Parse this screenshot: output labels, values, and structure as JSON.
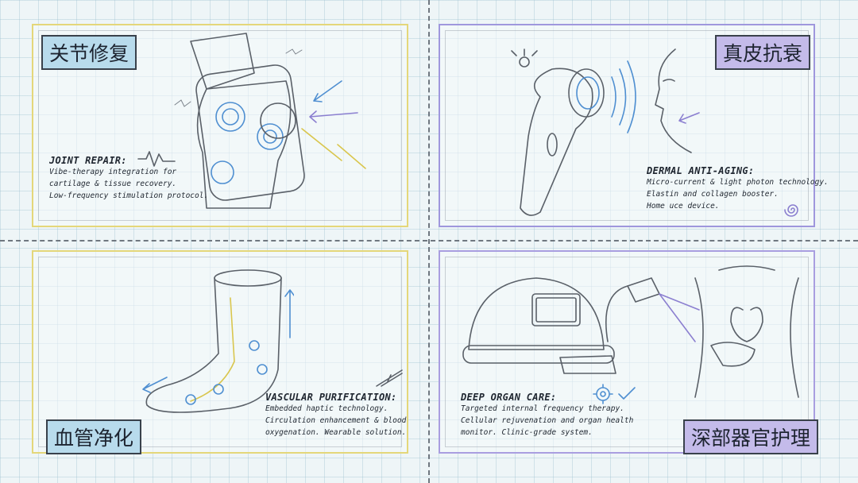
{
  "panels": {
    "joint": {
      "title": "关节修复",
      "heading": "JOINT REPAIR:",
      "lines": [
        "Vibe-therapy integration for",
        "cartilage & tissue recovery.",
        "Low-frequency stimulation protocol."
      ]
    },
    "dermal": {
      "title": "真皮抗衰",
      "heading": "DERMAL ANTI-AGING:",
      "lines": [
        "Micro-current & light photon technology.",
        "Elastin and collagen booster.",
        "Home uce device."
      ]
    },
    "vascular": {
      "title": "血管净化",
      "heading": "VASCULAR PURIFICATION:",
      "lines": [
        "Embedded haptic technology.",
        "Circulation enhancement & blood",
        "oxygenation. Wearable solution."
      ]
    },
    "organ": {
      "title": "深部器官护理",
      "heading": "DEEP ORGAN CARE:",
      "lines": [
        "Targeted internal frequency therapy.",
        "Cellular rejuvenation and organ health",
        "monitor. Clinic-grade system."
      ]
    }
  },
  "colors": {
    "accent_blue": "#4f8fd1",
    "accent_purple": "#8b7fd0",
    "accent_yellow": "#d9c64e"
  }
}
